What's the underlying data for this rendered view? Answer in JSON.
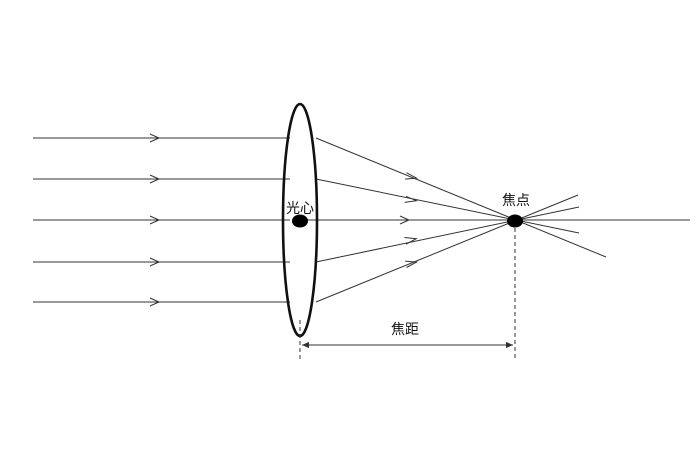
{
  "labels": {
    "optical_center": "光心",
    "focal_point": "焦点",
    "focal_length": "焦距"
  },
  "colors": {
    "line": "#333333",
    "dot": "#000000",
    "background": "#ffffff"
  },
  "ray_count": 5
}
